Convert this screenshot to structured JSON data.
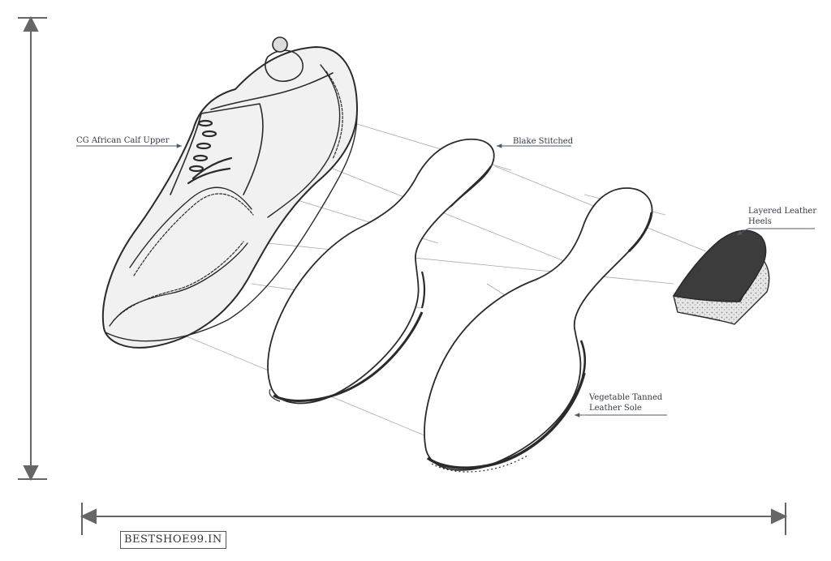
{
  "labels": {
    "upper": "CG African Calf Upper",
    "blake": "Blake Stitched",
    "heels_line1": "Layered Leather",
    "heels_line2": "Heels",
    "sole_line1": "Vegetable Tanned",
    "sole_line2": "Leather Sole"
  },
  "watermark": "BESTSHOE99.IN",
  "colors": {
    "ink": "#2a2a2a",
    "guide": "#9a9a9a",
    "callout": "#4a5a70",
    "heel_top": "#3c3c3c",
    "heel_side": "#d8d8d8"
  }
}
